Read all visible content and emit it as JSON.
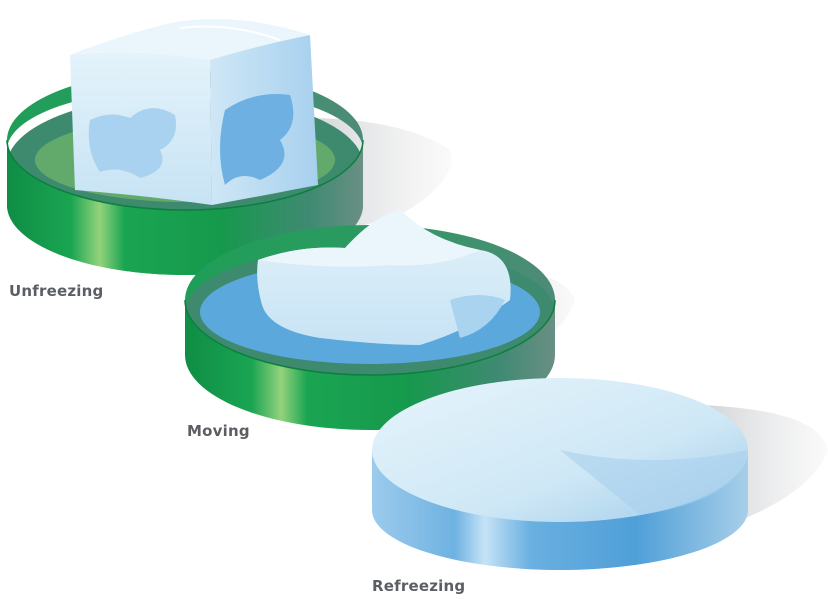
{
  "stages": [
    {
      "id": "unfreezing",
      "label": "Unfreezing"
    },
    {
      "id": "moving",
      "label": "Moving"
    },
    {
      "id": "refreezing",
      "label": "Refreezing"
    }
  ],
  "colors": {
    "tray_green": "#1aa552",
    "tray_green_dark": "#0e8a45",
    "tray_green_highlight": "#8fcf7a",
    "water_blue": "#5aa8dc",
    "ice_light": "#d6ecf8",
    "ice_mid": "#a9d3ef",
    "ice_dark": "#5fa9de",
    "shadow": "#c9cbcd"
  }
}
